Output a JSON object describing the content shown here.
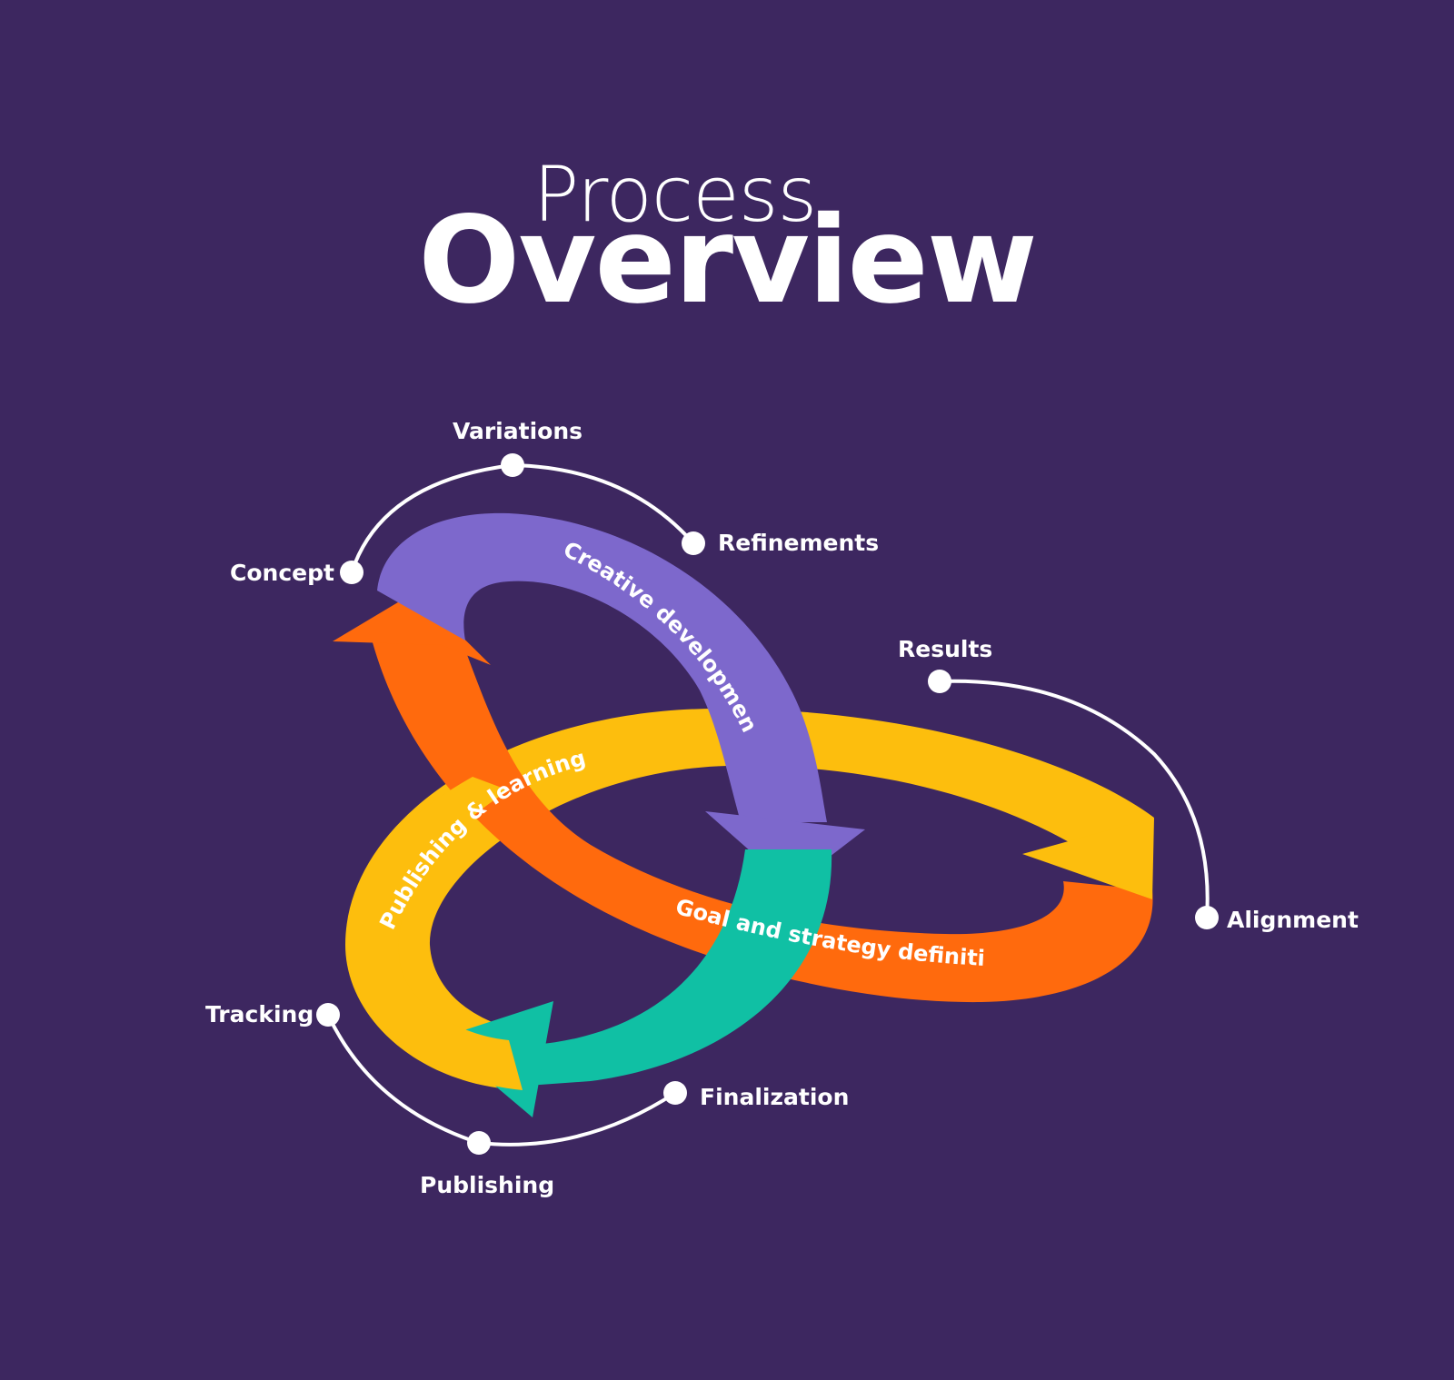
{
  "title": {
    "light": "Process",
    "bold": "Overview"
  },
  "loops": {
    "creative": {
      "label": "Creative development",
      "color": "#7d68cc"
    },
    "goal": {
      "label": "Goal and strategy definition",
      "color": "#ff6a0d"
    },
    "publishing": {
      "label": "Publishing & learnings",
      "color": "#fdbe0d"
    },
    "delivery": {
      "color": "#10c0a4"
    }
  },
  "stages": {
    "variations": "Variations",
    "refinements": "Refinements",
    "concept": "Concept",
    "results": "Results",
    "alignment": "Alignment",
    "tracking": "Tracking",
    "finalization": "Finalization",
    "publishing": "Publishing"
  },
  "colors": {
    "background": "#3d2760",
    "connector": "#ffffff"
  }
}
